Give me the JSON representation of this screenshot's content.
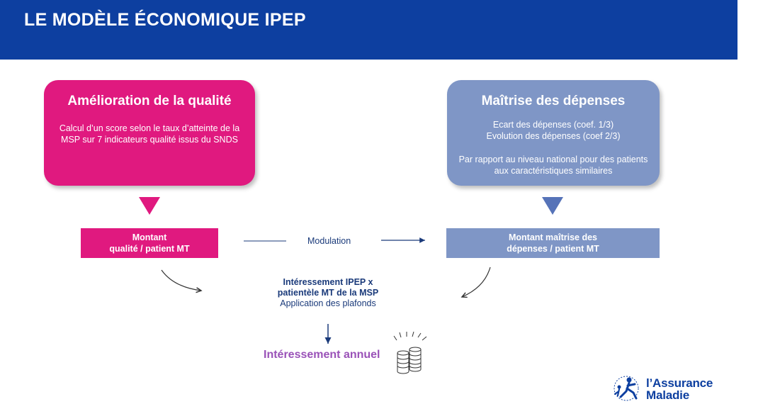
{
  "header": {
    "title": "LE MODÈLE ÉCONOMIQUE IPEP",
    "color": "#0d3fa0"
  },
  "quality_card": {
    "title": "Amélioration de la qualité",
    "text": "Calcul d’un score selon le taux d’atteinte de la MSP sur 7 indicateurs qualité issus du SNDS",
    "color": "#e0197f"
  },
  "costs_card": {
    "title": "Maîtrise des dépenses",
    "text_a_line1": "Ecart des dépenses (coef. 1/3)",
    "text_a_line2": "Evolution des dépenses (coef 2/3)",
    "text_b": "Par rapport au niveau national pour des patients aux caractéristiques similaires",
    "color": "#7f96c6"
  },
  "quality_box": {
    "line1": "Montant",
    "line2": "qualité / patient MT"
  },
  "costs_box": {
    "line1": "Montant maîtrise des",
    "line2": "dépenses / patient MT"
  },
  "modulation_label": "Modulation",
  "central": {
    "line1": "Intéressement IPEP x",
    "line2": "patientèle MT de la MSP",
    "line3": "Application des plafonds"
  },
  "annual_label": "Intéressement annuel",
  "logo": {
    "line1": "l’Assurance",
    "line2": "Maladie",
    "icon": "assurance-maladie-emblem"
  },
  "icons": {
    "coins": "coin-stacks-icon"
  }
}
